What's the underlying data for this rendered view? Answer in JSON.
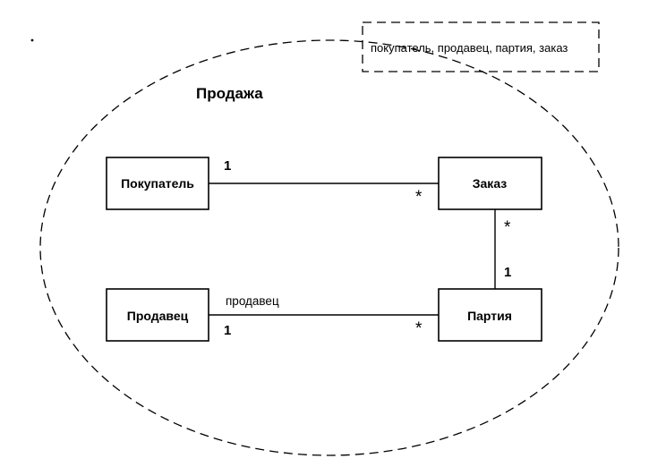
{
  "collaboration": {
    "title": "Продажа",
    "parameters": "покупатель, продавец, партия, заказ"
  },
  "classes": {
    "buyer": "Покупатель",
    "order": "Заказ",
    "seller": "Продавец",
    "lot": "Партия"
  },
  "associations": {
    "buyer_order": {
      "buyer_end": "1",
      "order_end": "*"
    },
    "order_lot": {
      "order_end": "*",
      "lot_end": "1"
    },
    "seller_lot": {
      "seller_end": "1",
      "lot_end": "*",
      "role": "продавец"
    }
  },
  "colors": {
    "stroke": "#000000",
    "background": "#ffffff"
  }
}
